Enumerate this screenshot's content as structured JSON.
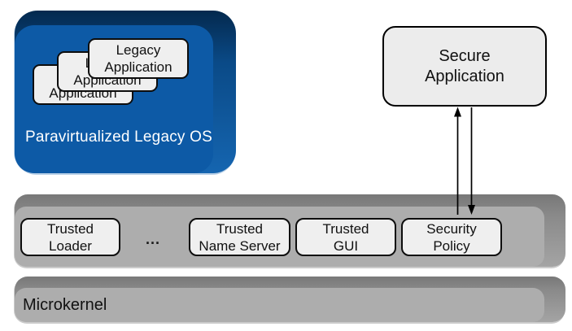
{
  "legacy_os": {
    "label": "Paravirtualized Legacy OS",
    "apps": [
      {
        "lines": [
          "Legacy",
          "Application"
        ]
      },
      {
        "lines": [
          "Legacy",
          "Application"
        ]
      },
      {
        "lines": [
          "Legacy",
          "Application"
        ]
      }
    ]
  },
  "secure_app": {
    "lines": [
      "Secure",
      "Application"
    ]
  },
  "services_bar": {
    "ellipsis": "...",
    "items": [
      {
        "lines": [
          "Trusted",
          "Loader"
        ]
      },
      {
        "lines": [
          "Trusted",
          "Name Server"
        ]
      },
      {
        "lines": [
          "Trusted",
          "GUI"
        ]
      },
      {
        "lines": [
          "Security",
          "Policy"
        ]
      }
    ]
  },
  "microkernel": {
    "label": "Microkernel"
  },
  "connector": {
    "from": "Secure Application",
    "to": "Security Policy",
    "style": "two parallel vertical lines, one arrowhead up, one arrowhead down"
  },
  "colors": {
    "legacy_os_blue": "#0D5AA6",
    "legacy_os_blue_dark": "#04294E",
    "bar_gray": "#ADADAD",
    "bar_gray_dark": "#868686",
    "component_fill": "#EFEFEF",
    "component_border": "#000000",
    "os_label_text": "#FFFFFF",
    "arrow": "#000000"
  }
}
